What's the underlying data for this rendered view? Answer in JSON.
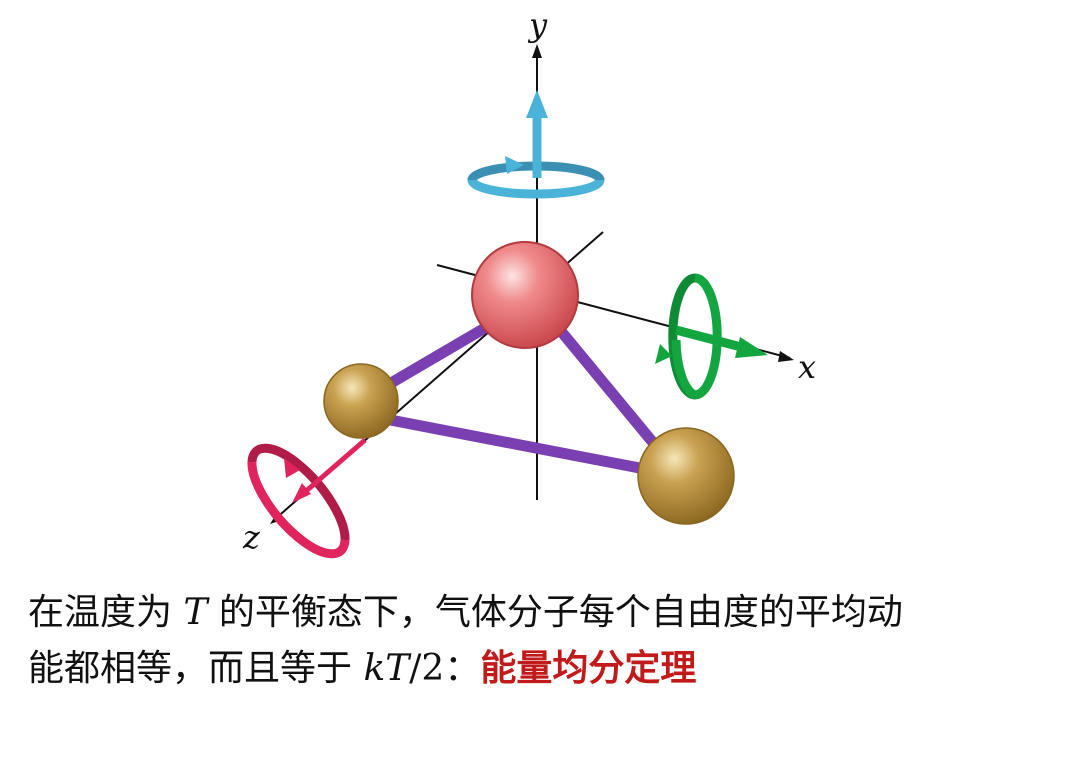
{
  "axes": {
    "x_label": "x",
    "y_label": "y",
    "z_label": "z"
  },
  "colors": {
    "y_rotation": "#4bb3d8",
    "x_rotation": "#13a540",
    "z_rotation": "#e0245e",
    "bond": "#7a3fb0",
    "center_atom": "#e8787c",
    "side_atoms": "#b08a3a"
  },
  "caption": {
    "line1_part1": "在温度为 ",
    "var_T": "T",
    "line1_part2": " 的平衡态下，气体分子每个自由度的平均动",
    "line2_part1": "能都相等，而且等于 ",
    "var_kT": "kT",
    "slash": "/",
    "two": "2",
    "colon": "：",
    "highlight": "能量均分定理"
  }
}
